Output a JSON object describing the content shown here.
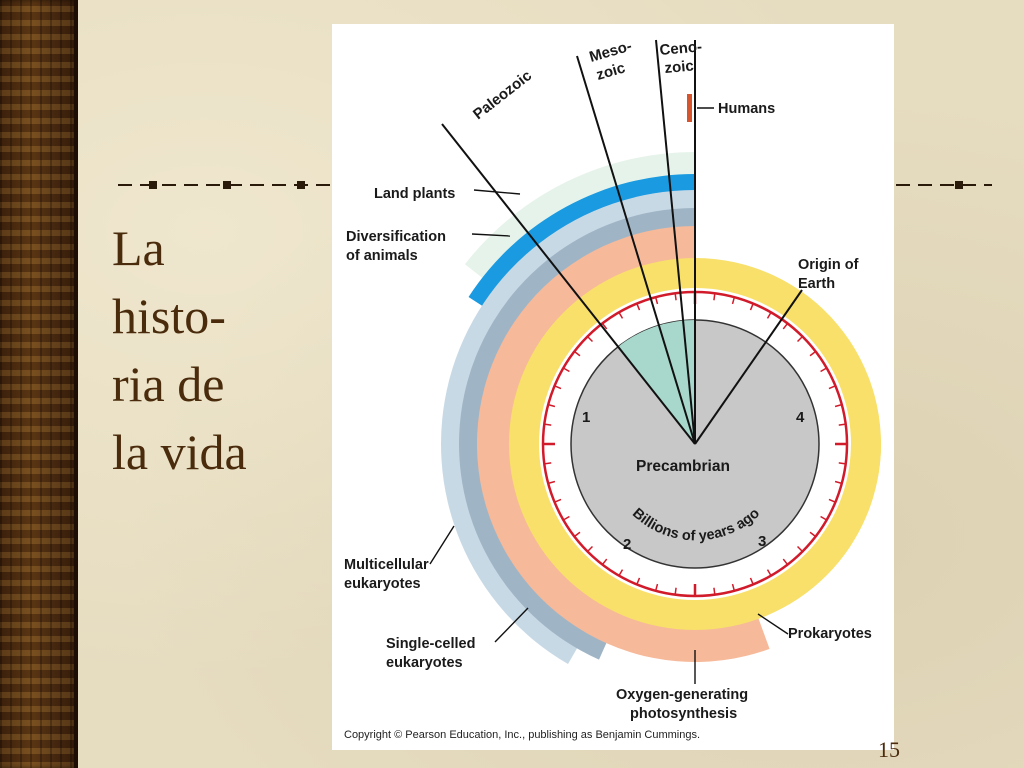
{
  "slide": {
    "title_lines": [
      "La",
      "histo-",
      "ria de",
      "la vida"
    ],
    "slide_number": "15"
  },
  "diagram": {
    "center_label": "Precambrian",
    "clock_caption": "Billions of years ago",
    "clock_numbers": [
      "1",
      "2",
      "3",
      "4"
    ],
    "eras": [
      "Paleozoic",
      "Meso-",
      "zoic",
      "Ceno-",
      "zoic"
    ],
    "labels": {
      "humans": "Humans",
      "land_plants": "Land plants",
      "diversification_1": "Diversification",
      "diversification_2": "of animals",
      "origin_1": "Origin of",
      "origin_2": "Earth",
      "multicellular_1": "Multicellular",
      "multicellular_2": "eukaryotes",
      "single_1": "Single-celled",
      "single_2": "eukaryotes",
      "prokaryotes": "Prokaryotes",
      "oxygen_1": "Oxygen-generating",
      "oxygen_2": "photosynthesis"
    },
    "copyright": "Copyright © Pearson Education, Inc., publishing as Benjamin Cummings.",
    "colors": {
      "land_plants": "#e6f3ea",
      "diversification": "#1a9ae0",
      "multicellular": "#c8d9e6",
      "single_celled": "#9fb5c6",
      "oxygen_photosynthesis": "#f6b99a",
      "prokaryotes": "#f8e06a",
      "clock_ring": "#d11b2b",
      "precambrian_disc": "#c8c8c8",
      "phanerozoic_wedge": "#a8d8cc"
    }
  }
}
